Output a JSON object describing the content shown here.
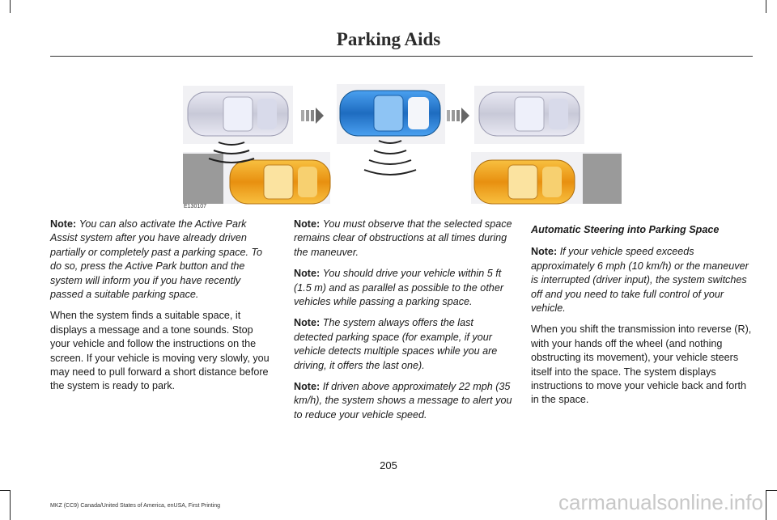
{
  "header": {
    "title": "Parking Aids"
  },
  "figure": {
    "id": "E130107",
    "colors": {
      "gray_car": "#cfd0dc",
      "blue_car": "#2a7fd0",
      "orange_car": "#f0a020",
      "wall": "#8a8a8a",
      "arrow": "#666666"
    }
  },
  "column1": {
    "note1_label": "Note:",
    "note1_text": "You can also activate the Active Park Assist system after you have already driven partially or completely past a parking space. To do so, press the Active Park button and the system will inform you if you have recently passed a suitable parking space.",
    "para1": "When the system finds a suitable space, it displays a message and a tone sounds. Stop your vehicle and follow the instructions on the screen. If your vehicle is moving very slowly, you may need to pull forward a short distance before the system is ready to park."
  },
  "column2": {
    "note1_label": "Note:",
    "note1_text": "You must observe that the selected space remains clear of obstructions at all times during the maneuver.",
    "note2_label": "Note:",
    "note2_text": "You should drive your vehicle within 5 ft (1.5 m) and as parallel as possible to the other vehicles while passing a parking space.",
    "note3_label": "Note:",
    "note3_text": "The system always offers the last detected parking space (for example, if your vehicle detects multiple spaces while you are driving, it offers the last one).",
    "note4_label": "Note:",
    "note4_text": "If driven above approximately 22 mph (35 km/h), the system shows a message to alert you to reduce your vehicle speed."
  },
  "column3": {
    "subheading": "Automatic Steering into Parking Space",
    "note1_label": "Note:",
    "note1_text": "If your vehicle speed exceeds approximately 6 mph (10 km/h) or the maneuver is interrupted (driver input), the system switches off and you need to take full control of your vehicle.",
    "para1": "When you shift the transmission into reverse (R), with your hands off the wheel (and nothing obstructing its movement), your vehicle steers itself into the space. The system displays instructions to move your vehicle back and forth in the space."
  },
  "footer": {
    "page_number": "205",
    "imprint": "MKZ (CC9) Canada/United States of America, enUSA, First Printing",
    "watermark": "carmanualsonline.info"
  }
}
